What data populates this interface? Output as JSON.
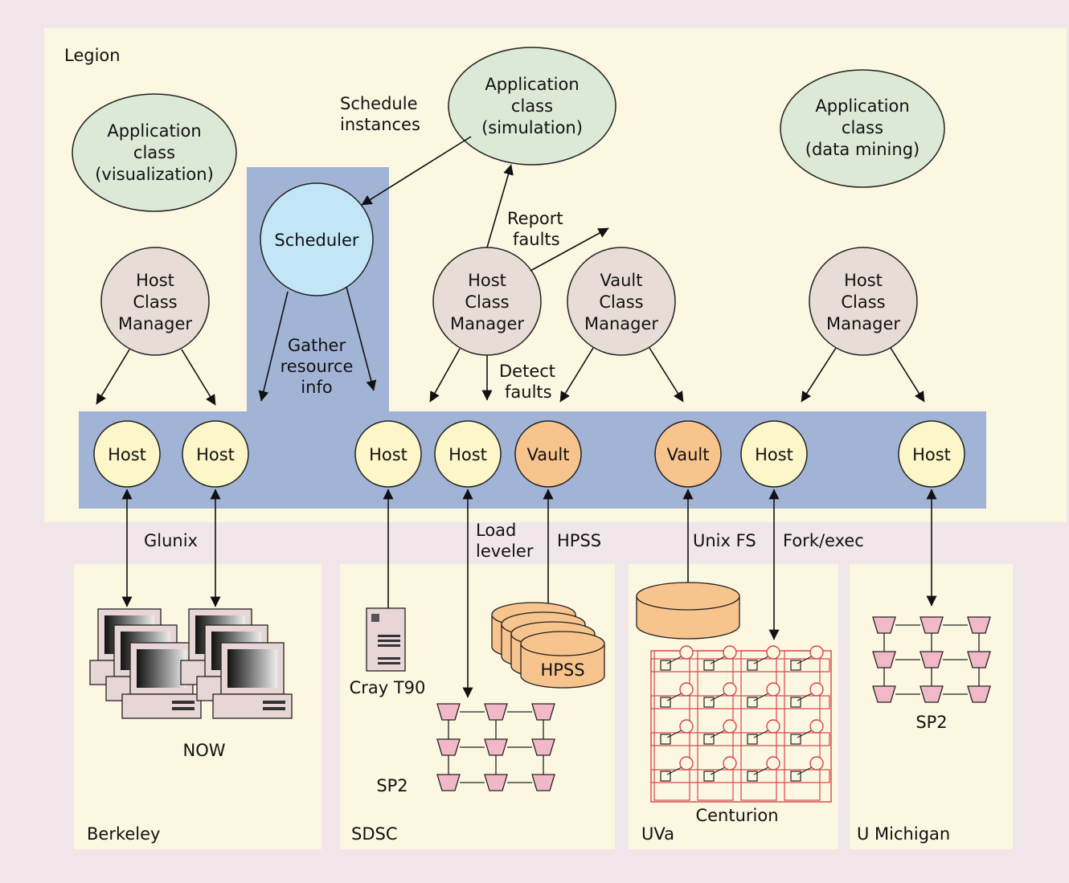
{
  "colors": {
    "legion_bg": "#fbf7e1",
    "band": "#a2b4d6",
    "site_bg": "#fbf7e1",
    "host": "#fdf6c8",
    "vault": "#f8c48d",
    "scheduler": "#c2e6f5",
    "manager": "#e8ddd6",
    "application": "#dde9d7",
    "sp2_node": "#f1b8c8",
    "centurion_grid": "#d9444b"
  },
  "legion_label": "Legion",
  "applications": {
    "visualization": [
      "Application",
      "class",
      "(visualization)"
    ],
    "simulation": [
      "Application",
      "class",
      "(simulation)"
    ],
    "data_mining": [
      "Application",
      "class",
      "(data mining)"
    ]
  },
  "scheduler_label": "Scheduler",
  "managers": {
    "host_left": [
      "Host",
      "Class",
      "Manager"
    ],
    "host_center": [
      "Host",
      "Class",
      "Manager"
    ],
    "vault": [
      "Vault",
      "Class",
      "Manager"
    ],
    "host_right": [
      "Host",
      "Class",
      "Manager"
    ]
  },
  "annotations": {
    "schedule_instances": [
      "Schedule",
      "instances"
    ],
    "report_faults": [
      "Report",
      "faults"
    ],
    "gather_resource_info": [
      "Gather",
      "resource",
      "info"
    ],
    "detect_faults": [
      "Detect",
      "faults"
    ]
  },
  "objects": {
    "host_1": "Host",
    "host_2": "Host",
    "host_3": "Host",
    "host_4": "Host",
    "vault_1": "Vault",
    "vault_2": "Vault",
    "host_5": "Host",
    "host_6": "Host"
  },
  "links": {
    "glunix": "Glunix",
    "load_leveler": [
      "Load",
      "leveler"
    ],
    "hpss": "HPSS",
    "unix_fs": "Unix FS",
    "fork_exec": "Fork/exec"
  },
  "sites": {
    "berkeley": "Berkeley",
    "sdsc": "SDSC",
    "uva": "UVa",
    "umich": "U Michigan"
  },
  "resources": {
    "now": "NOW",
    "cray": "Cray T90",
    "sp2_sdsc": "SP2",
    "hpss_disk": "HPSS",
    "centurion": "Centurion",
    "sp2_umich": "SP2"
  }
}
